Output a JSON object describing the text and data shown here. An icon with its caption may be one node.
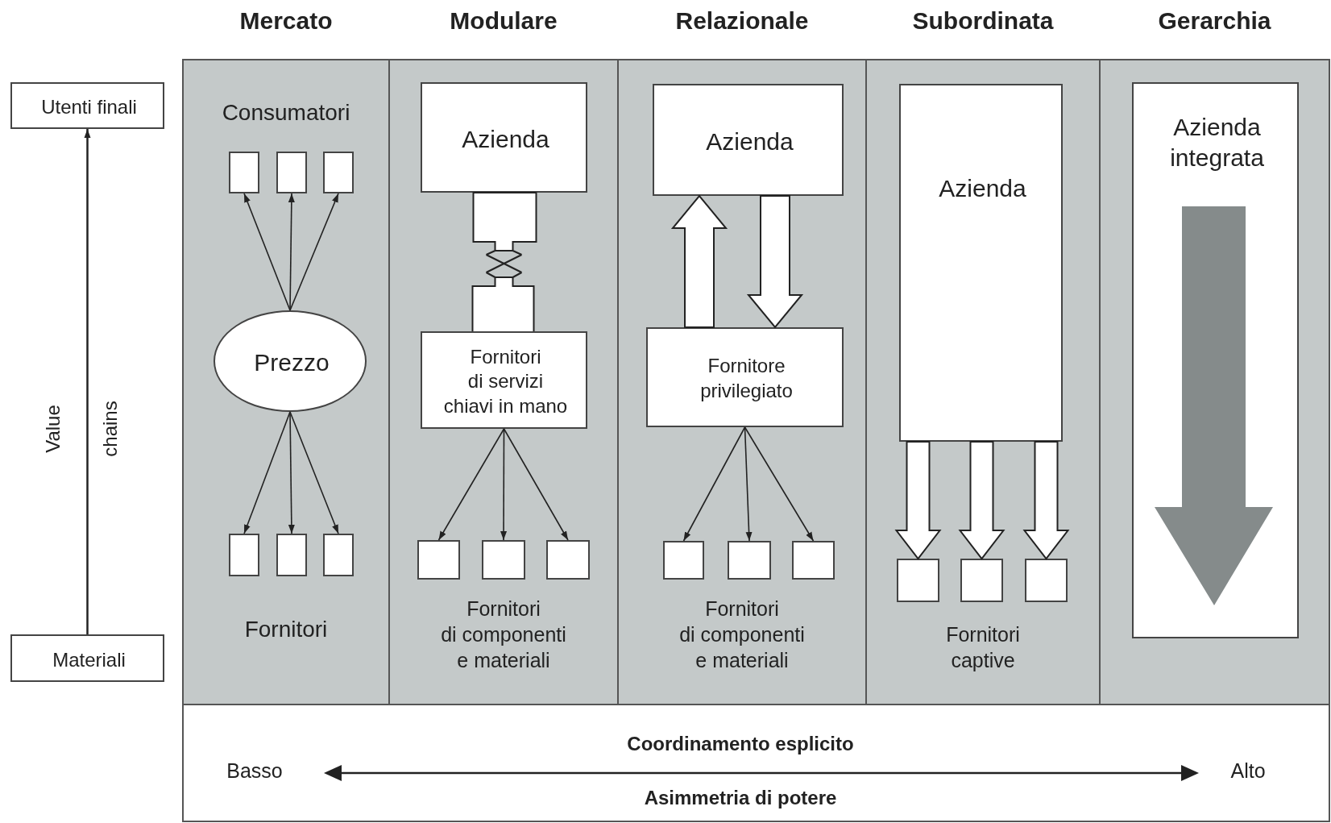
{
  "diagram": {
    "nodes": [
      {
        "text": [
          "Utenti finali"
        ]
      },
      {
        "text": [
          "Materiali"
        ]
      },
      {
        "text": [
          "Mercato",
          "Consumatori",
          "Fornitori"
        ]
      },
      {
        "text": [],
        "shape": "box",
        "in": 2
      },
      {
        "text": [],
        "shape": "box",
        "in": 2
      },
      {
        "text": [],
        "shape": "box",
        "in": 2
      },
      {
        "text": [
          "Prezzo"
        ],
        "in": 2
      },
      {
        "text": [],
        "shape": "box",
        "in": 2
      },
      {
        "text": [],
        "shape": "box",
        "in": 2
      },
      {
        "text": [],
        "shape": "box",
        "in": 2
      },
      {
        "text": [
          "Modulare",
          "Fornitori di componenti e materiali"
        ]
      },
      {
        "text": [
          "Azienda"
        ],
        "in": 10
      },
      {
        "text": [
          "Fornitori di servizi chiavi in mano"
        ],
        "in": 10
      },
      {
        "text": [],
        "shape": "box",
        "in": 10
      },
      {
        "text": [],
        "shape": "box",
        "in": 10
      },
      {
        "text": [],
        "shape": "box",
        "in": 10
      },
      {
        "text": [
          "Relazionale",
          "Fornitori di componenti e materiali"
        ]
      },
      {
        "text": [
          "Azienda"
        ],
        "in": 16
      },
      {
        "text": [
          "Fornitore privilegiato"
        ],
        "in": 16
      },
      {
        "text": [],
        "shape": "box",
        "in": 16
      },
      {
        "text": [],
        "shape": "box",
        "in": 16
      },
      {
        "text": [],
        "shape": "box",
        "in": 16
      },
      {
        "text": [
          "Subordinata",
          "Fornitori captive"
        ]
      },
      {
        "text": [
          "Azienda"
        ],
        "in": 22
      },
      {
        "text": [],
        "shape": "box",
        "in": 22
      },
      {
        "text": [],
        "shape": "box",
        "in": 22
      },
      {
        "text": [],
        "shape": "box",
        "in": 22
      },
      {
        "text": [
          "Gerarchia"
        ]
      },
      {
        "text": [
          "Azienda integrata"
        ],
        "in": 27
      },
      {
        "text": [
          "Coordinamento esplicito",
          "Basso",
          "Alto",
          "Asimmetria di potere"
        ]
      }
    ],
    "edges": [
      {
        "from": 1,
        "to": 0,
        "arrow": "to"
      },
      {
        "from": 6,
        "to": 3,
        "arrow": "to"
      },
      {
        "from": 6,
        "to": 4,
        "arrow": "to"
      },
      {
        "from": 6,
        "to": 5,
        "arrow": "to"
      },
      {
        "from": 6,
        "to": 7,
        "arrow": "to"
      },
      {
        "from": 6,
        "to": 8,
        "arrow": "to"
      },
      {
        "from": 6,
        "to": 9,
        "arrow": "to"
      },
      {
        "from": 11,
        "to": 12,
        "arrow": "none"
      },
      {
        "from": 12,
        "to": 13,
        "arrow": "to"
      },
      {
        "from": 12,
        "to": 14,
        "arrow": "to"
      },
      {
        "from": 12,
        "to": 15,
        "arrow": "to"
      },
      {
        "from": 18,
        "to": 17,
        "arrow": "to",
        "style": "thick"
      },
      {
        "from": 17,
        "to": 18,
        "arrow": "to",
        "style": "thick"
      },
      {
        "from": 18,
        "to": 19,
        "arrow": "to"
      },
      {
        "from": 18,
        "to": 20,
        "arrow": "to"
      },
      {
        "from": 18,
        "to": 21,
        "arrow": "to"
      },
      {
        "from": 23,
        "to": 24,
        "arrow": "to",
        "style": "thick"
      },
      {
        "from": 23,
        "to": 25,
        "arrow": "to",
        "style": "thick"
      },
      {
        "from": 23,
        "to": 26,
        "arrow": "to",
        "style": "thick"
      }
    ],
    "labels": [
      "Value",
      "chains"
    ]
  }
}
